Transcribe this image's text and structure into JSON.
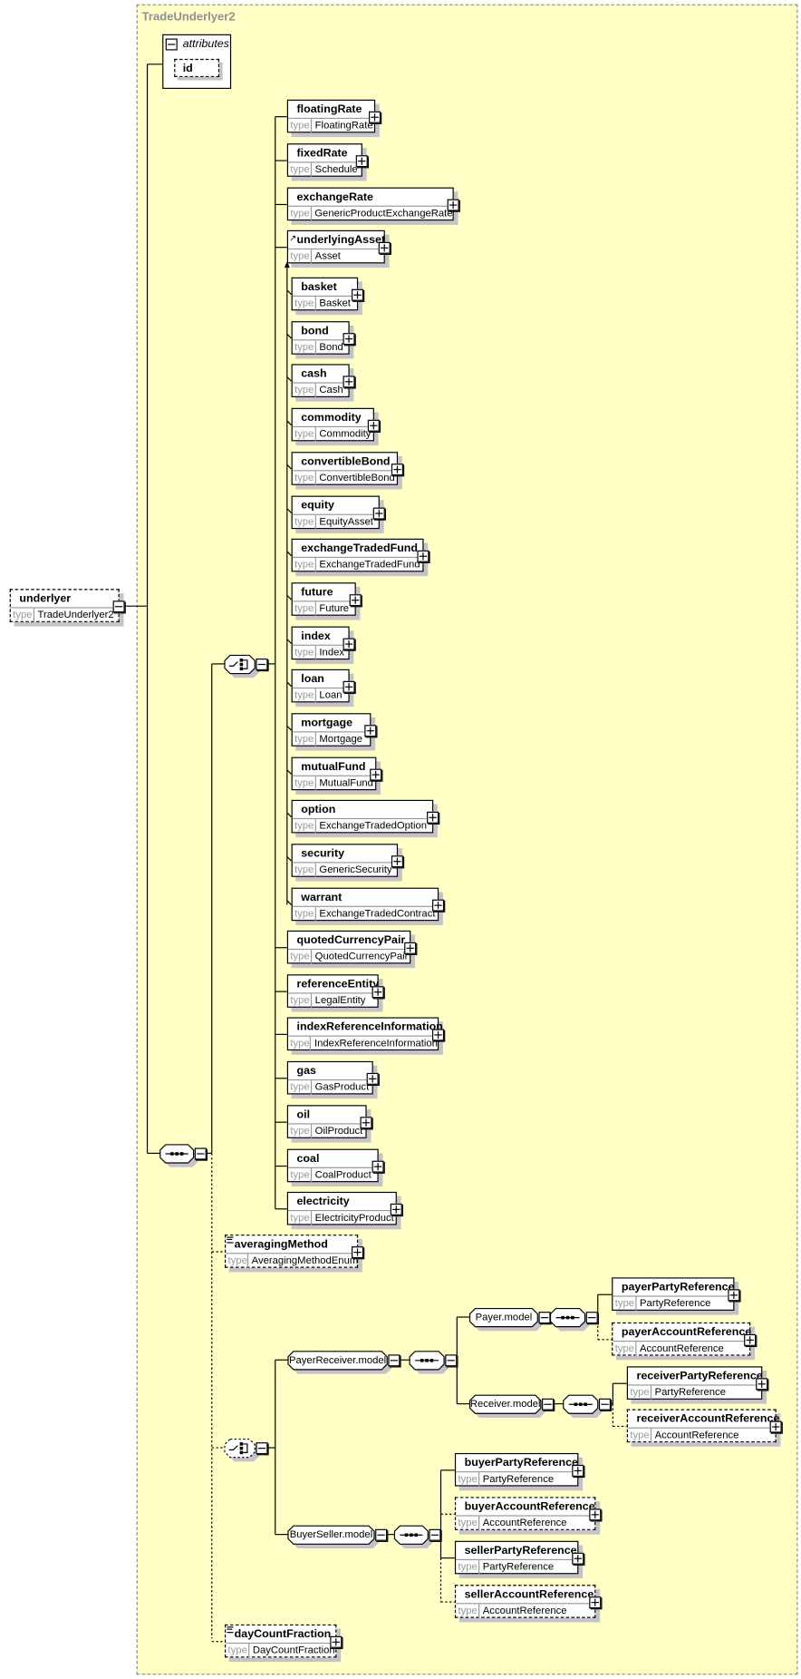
{
  "title": "TradeUnderlyer2",
  "type_label": "type",
  "root": {
    "name": "underlyer",
    "type": "TradeUnderlyer2"
  },
  "attributes": {
    "label": "attributes",
    "items": [
      "id"
    ]
  },
  "elements": [
    {
      "name": "floatingRate",
      "type": "FloatingRate"
    },
    {
      "name": "fixedRate",
      "type": "Schedule"
    },
    {
      "name": "exchangeRate",
      "type": "GenericProductExchangeRate"
    },
    {
      "name": "underlyingAsset",
      "type": "Asset"
    },
    {
      "name": "basket",
      "type": "Basket"
    },
    {
      "name": "bond",
      "type": "Bond"
    },
    {
      "name": "cash",
      "type": "Cash"
    },
    {
      "name": "commodity",
      "type": "Commodity"
    },
    {
      "name": "convertibleBond",
      "type": "ConvertibleBond"
    },
    {
      "name": "equity",
      "type": "EquityAsset"
    },
    {
      "name": "exchangeTradedFund",
      "type": "ExchangeTradedFund"
    },
    {
      "name": "future",
      "type": "Future"
    },
    {
      "name": "index",
      "type": "Index"
    },
    {
      "name": "loan",
      "type": "Loan"
    },
    {
      "name": "mortgage",
      "type": "Mortgage"
    },
    {
      "name": "mutualFund",
      "type": "MutualFund"
    },
    {
      "name": "option",
      "type": "ExchangeTradedOption"
    },
    {
      "name": "security",
      "type": "GenericSecurity"
    },
    {
      "name": "warrant",
      "type": "ExchangeTradedContract"
    },
    {
      "name": "quotedCurrencyPair",
      "type": "QuotedCurrencyPair"
    },
    {
      "name": "referenceEntity",
      "type": "LegalEntity"
    },
    {
      "name": "indexReferenceInformation",
      "type": "IndexReferenceInformation"
    },
    {
      "name": "gas",
      "type": "GasProduct"
    },
    {
      "name": "oil",
      "type": "OilProduct"
    },
    {
      "name": "coal",
      "type": "CoalProduct"
    },
    {
      "name": "electricity",
      "type": "ElectricityProduct"
    },
    {
      "name": "averagingMethod",
      "type": "AveragingMethodEnum"
    },
    {
      "name": "payerPartyReference",
      "type": "PartyReference"
    },
    {
      "name": "payerAccountReference",
      "type": "AccountReference"
    },
    {
      "name": "receiverPartyReference",
      "type": "PartyReference"
    },
    {
      "name": "receiverAccountReference",
      "type": "AccountReference"
    },
    {
      "name": "buyerPartyReference",
      "type": "PartyReference"
    },
    {
      "name": "buyerAccountReference",
      "type": "AccountReference"
    },
    {
      "name": "sellerPartyReference",
      "type": "PartyReference"
    },
    {
      "name": "sellerAccountReference",
      "type": "AccountReference"
    },
    {
      "name": "dayCountFraction",
      "type": "DayCountFraction"
    }
  ],
  "groups": [
    "PayerReceiver.model",
    "Payer.model",
    "Receiver.model",
    "BuyerSeller.model"
  ]
}
